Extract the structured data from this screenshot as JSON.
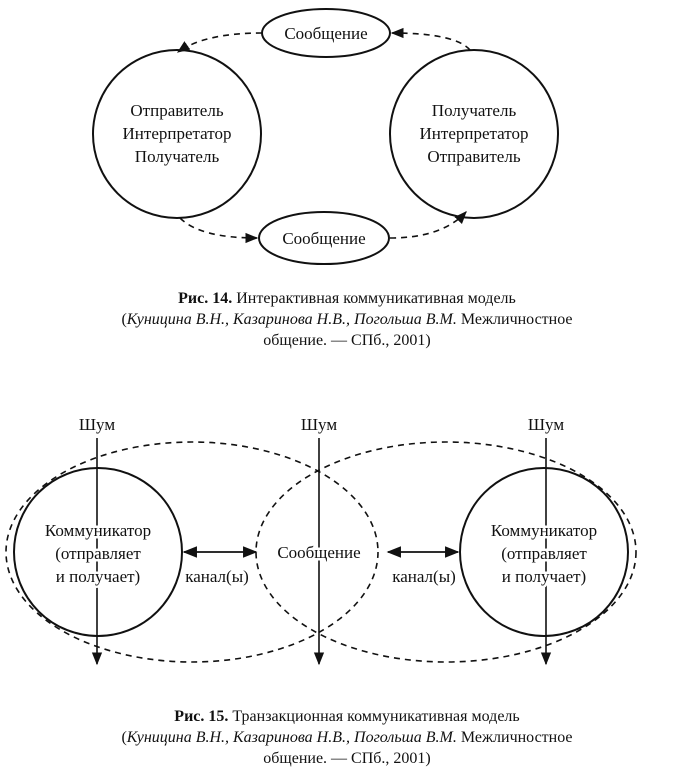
{
  "fig14": {
    "message_top": "Сообщение",
    "message_bottom": "Сообщение",
    "left_node": [
      "Отправитель",
      "Интерпретатор",
      "Получатель"
    ],
    "right_node": [
      "Получатель",
      "Интерпретатор",
      "Отправитель"
    ],
    "caption": {
      "fig_number": "Рис. 14.",
      "title": "Интерактивная коммуникативная модель",
      "open_paren": "(",
      "authors": "Куницина В.Н., Казаринова Н.В., Погольша В.М.",
      "work": "Межличностное",
      "line3": "общение. — СПб., 2001)"
    }
  },
  "fig15": {
    "noise_labels": [
      "Шум",
      "Шум",
      "Шум"
    ],
    "left_node": [
      "Коммуникатор",
      "(отправляет",
      "и получает)"
    ],
    "right_node": [
      "Коммуникатор",
      "(отправляет",
      "и получает)"
    ],
    "message": "Сообщение",
    "channel_left": "канал(ы)",
    "channel_right": "канал(ы)",
    "caption": {
      "fig_number": "Рис. 15.",
      "title": "Транзакционная коммуникативная модель",
      "open_paren": "(",
      "authors": "Куницина В.Н., Казаринова Н.В., Погольша В.М.",
      "work": "Межличностное",
      "line3": "общение. — СПб., 2001)"
    }
  }
}
